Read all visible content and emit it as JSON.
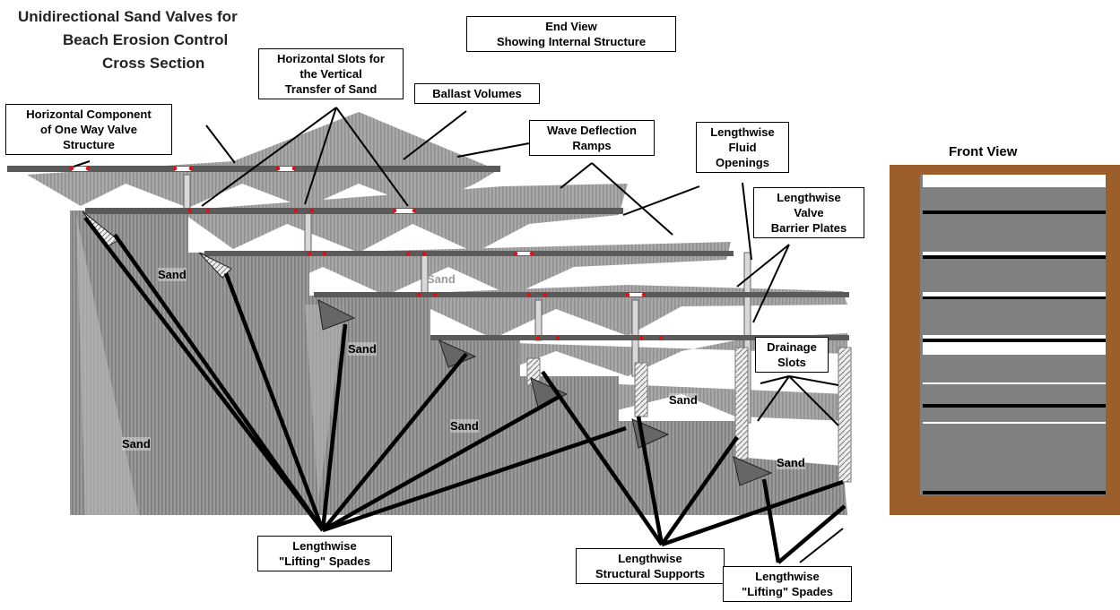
{
  "title_lines": [
    "Unidirectional Sand Valves for",
    "Beach Erosion Control",
    "Cross Section"
  ],
  "callouts": {
    "end_view": [
      "End View",
      "Showing Internal Structure"
    ],
    "horizontal_slots": [
      "Horizontal Slots for",
      "the Vertical",
      "Transfer of Sand"
    ],
    "ballast_volumes": [
      "Ballast Volumes"
    ],
    "horizontal_component": [
      "Horizontal Component",
      "of One Way Valve",
      "Structure"
    ],
    "wave_deflection": [
      "Wave Deflection",
      "Ramps"
    ],
    "fluid_openings": [
      "Lengthwise",
      "Fluid",
      "Openings"
    ],
    "barrier_plates": [
      "Lengthwise",
      "Valve",
      "Barrier Plates"
    ],
    "drainage_slots": [
      "Drainage",
      "Slots"
    ],
    "lifting_spades_1": [
      "Lengthwise",
      "\"Lifting\"  Spades"
    ],
    "structural_supports": [
      "Lengthwise",
      "Structural Supports"
    ],
    "lifting_spades_2": [
      "Lengthwise",
      "\"Lifting\"  Spades"
    ]
  },
  "sand_label": "Sand",
  "front_view": {
    "title": "Front View",
    "frame_color": "#9c5f2c",
    "band_color": "#808080",
    "stripes": [
      "white",
      "black",
      "white",
      "black",
      "white",
      "black",
      "white",
      "black",
      "white",
      "black",
      "white",
      "black"
    ]
  },
  "colors": {
    "structure": "#8e8e8e",
    "rail": "#555555",
    "slot_marker": "#e01010",
    "leader": "#000000"
  }
}
